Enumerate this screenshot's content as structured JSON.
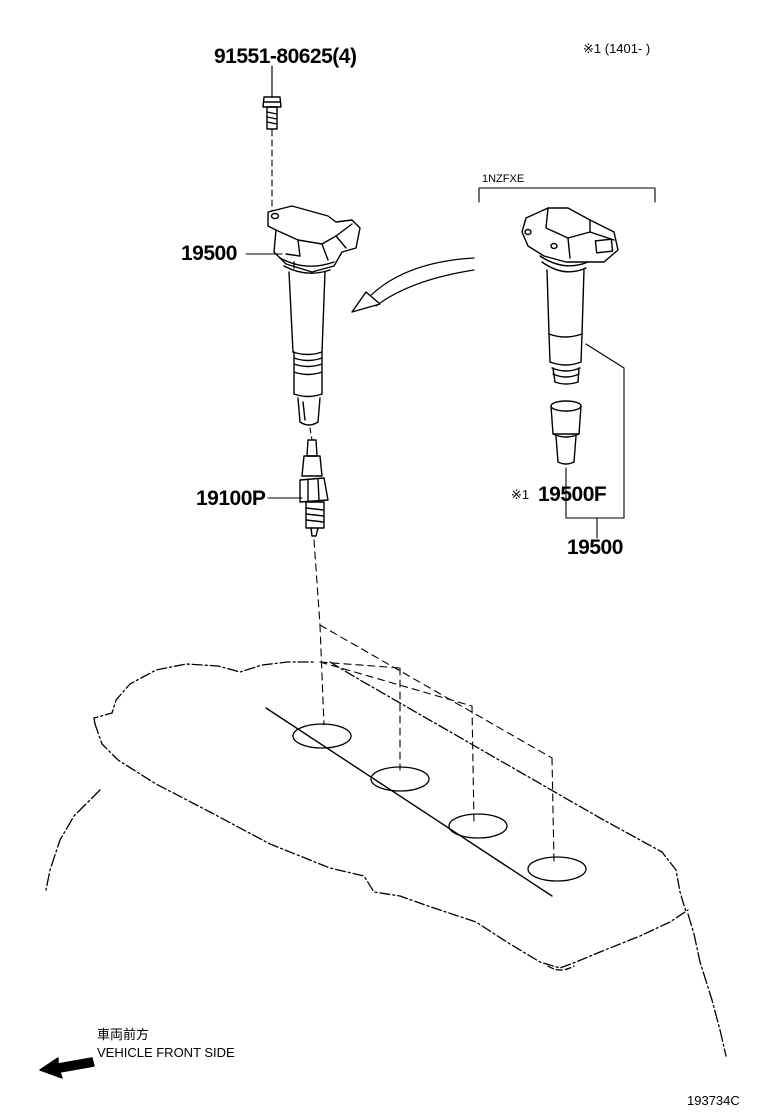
{
  "note_top_right": "※1 (1401-      )",
  "variant_label": "1NZFXE",
  "parts": {
    "bolt": "91551-80625(4)",
    "coil_main": "19500",
    "spark_plug": "19100P",
    "boot_mark": "※1",
    "boot": "19500F",
    "coil_alt": "19500"
  },
  "direction": {
    "jp": "車両前方",
    "en": "VEHICLE FRONT SIDE"
  },
  "drawing_number": "193734C"
}
